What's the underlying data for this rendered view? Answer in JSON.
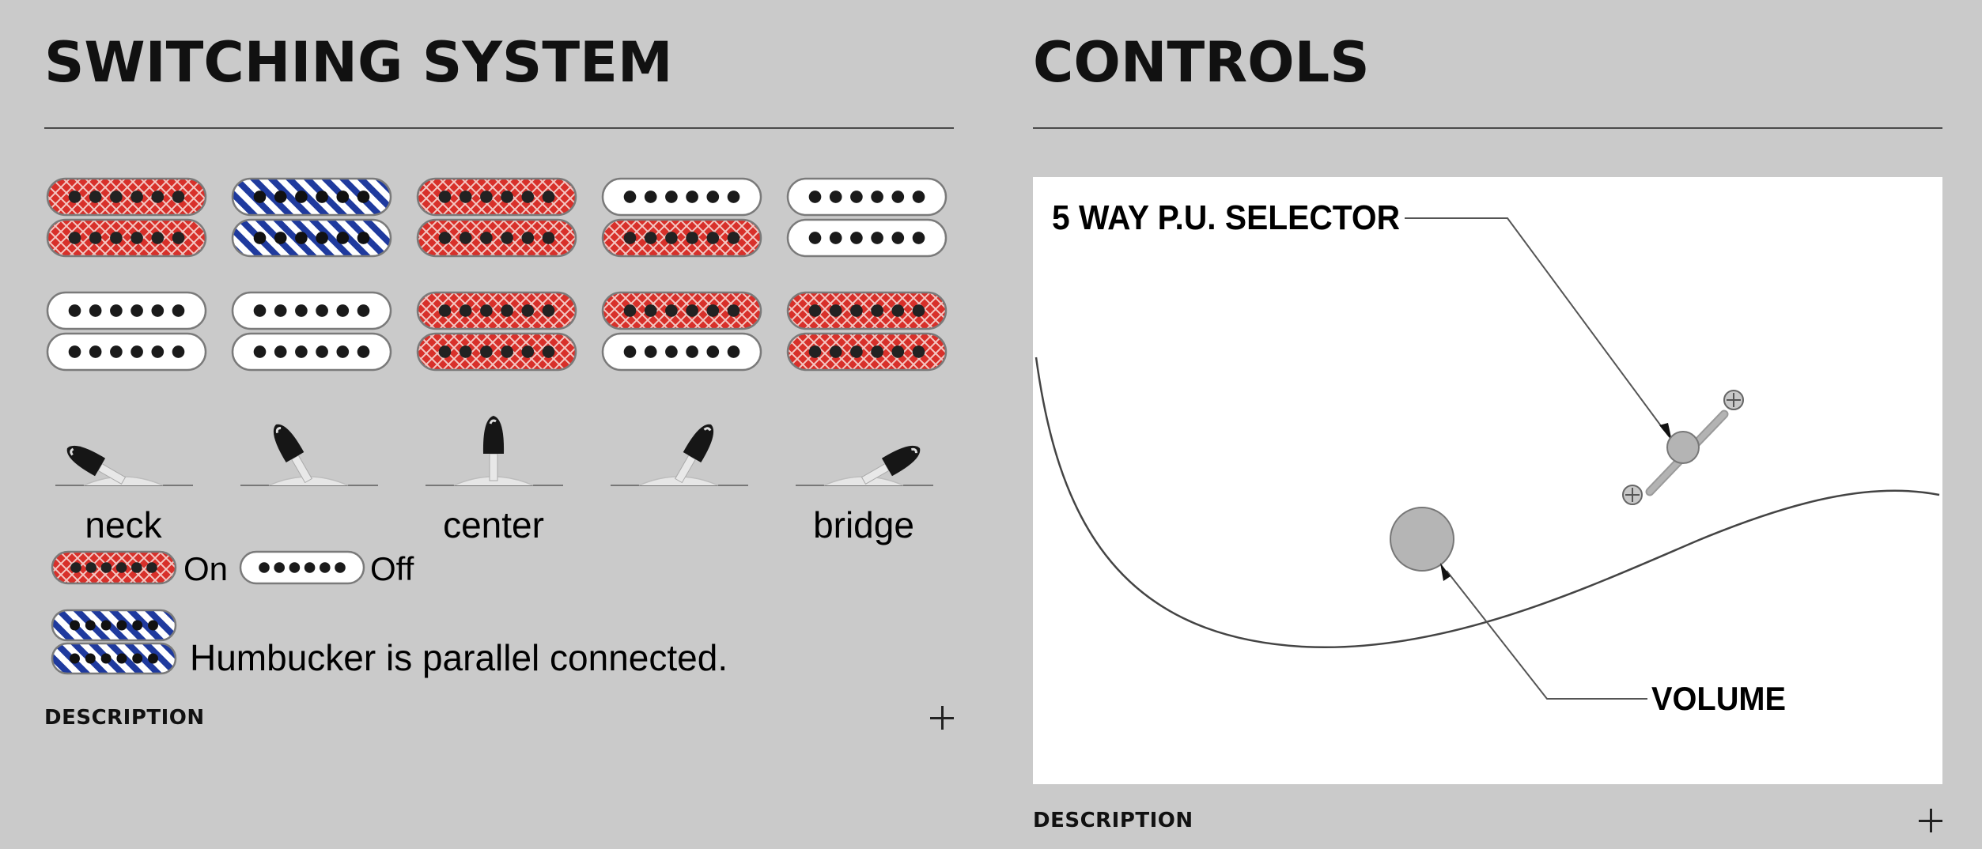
{
  "switching": {
    "title": "SWITCHING SYSTEM",
    "positions": [
      {
        "label": "neck",
        "top": "on",
        "bottom": "on",
        "lower_top": "off",
        "lower_bottom": "off"
      },
      {
        "label": "",
        "top": "parallel",
        "bottom": "parallel",
        "lower_top": "off",
        "lower_bottom": "off"
      },
      {
        "label": "center",
        "top": "on",
        "bottom": "on",
        "lower_top": "on",
        "lower_bottom": "on"
      },
      {
        "label": "",
        "top": "off",
        "bottom": "on",
        "lower_top": "on",
        "lower_bottom": "off"
      },
      {
        "label": "bridge",
        "top": "off",
        "bottom": "off",
        "lower_top": "on",
        "lower_bottom": "on"
      }
    ],
    "legend": {
      "on_label": "On",
      "off_label": "Off",
      "parallel_label": "Humbucker is parallel connected."
    },
    "colors": {
      "on": "#d8302a",
      "parallel": "#1f3a9e",
      "off": "#ffffff"
    },
    "description_label": "DESCRIPTION"
  },
  "controls": {
    "title": "CONTROLS",
    "selector_label": "5 WAY P.U. SELECTOR",
    "volume_label": "VOLUME",
    "description_label": "DESCRIPTION"
  }
}
